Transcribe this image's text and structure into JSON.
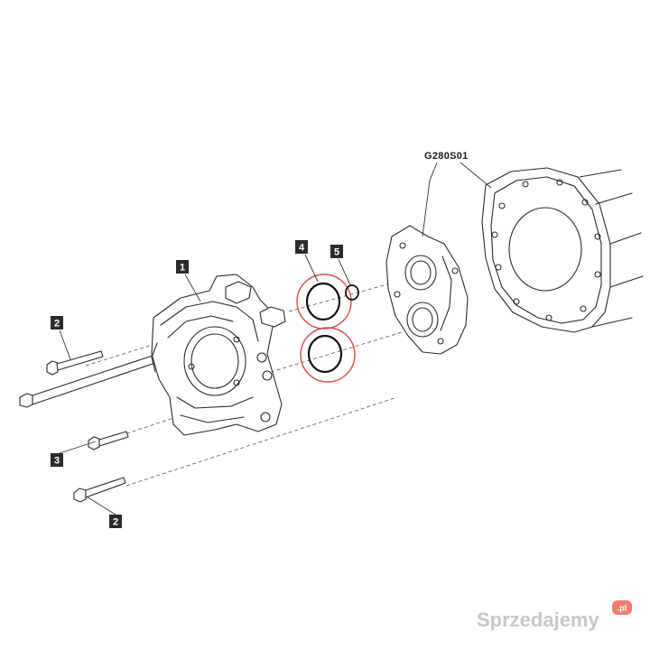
{
  "reference_code": "G280S01",
  "callouts": {
    "c1": "1",
    "c2a": "2",
    "c2b": "2",
    "c3": "3",
    "c4": "4",
    "c5": "5"
  },
  "colors": {
    "highlight": "#d94a4a",
    "ink": "#2a2a2a",
    "callout_box": "#2b2b2b"
  },
  "watermark": {
    "text": "Sprzedajemy",
    "badge": ".pl"
  }
}
